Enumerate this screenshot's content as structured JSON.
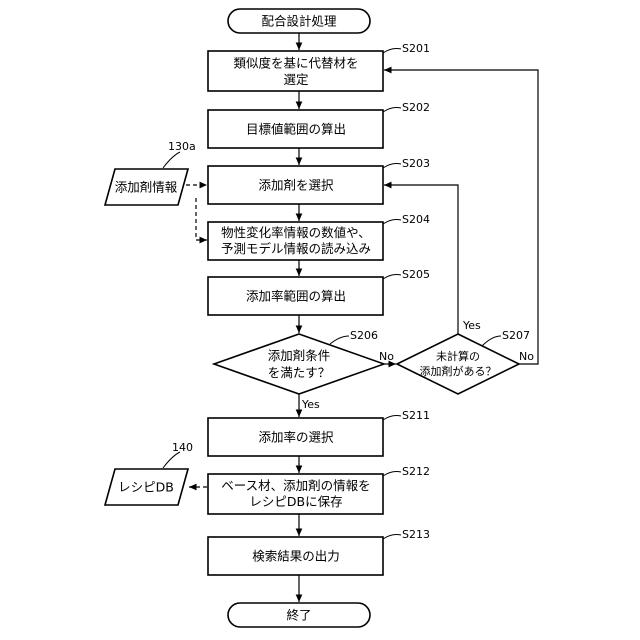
{
  "start": "配合設計処理",
  "end": "終了",
  "steps": {
    "s201": {
      "id": "S201",
      "line1": "類似度を基に代替材を",
      "line2": "選定"
    },
    "s202": {
      "id": "S202",
      "text": "目標値範囲の算出"
    },
    "s203": {
      "id": "S203",
      "text": "添加剤を選択"
    },
    "s204": {
      "id": "S204",
      "line1": "物性変化率情報の数値や、",
      "line2": "予測モデル情報の読み込み"
    },
    "s205": {
      "id": "S205",
      "text": "添加率範囲の算出"
    },
    "s206": {
      "id": "S206",
      "line1": "添加剤条件",
      "line2": "を満たす？"
    },
    "s207": {
      "id": "S207",
      "line1": "未計算の",
      "line2": "添加剤がある？"
    },
    "s211": {
      "id": "S211",
      "text": "添加率の選択"
    },
    "s212": {
      "id": "S212",
      "line1": "ベース材、添加剤の情報を",
      "line2": "レシピDBに保存"
    },
    "s213": {
      "id": "S213",
      "text": "検索結果の出力"
    }
  },
  "data_stores": {
    "additive_info": {
      "ref": "130a",
      "label": "添加剤情報"
    },
    "recipe_db": {
      "ref": "140",
      "label": "レシピDB"
    }
  },
  "branches": {
    "s206_no": "No",
    "s206_yes": "Yes",
    "s207_yes": "Yes",
    "s207_no": "No"
  }
}
